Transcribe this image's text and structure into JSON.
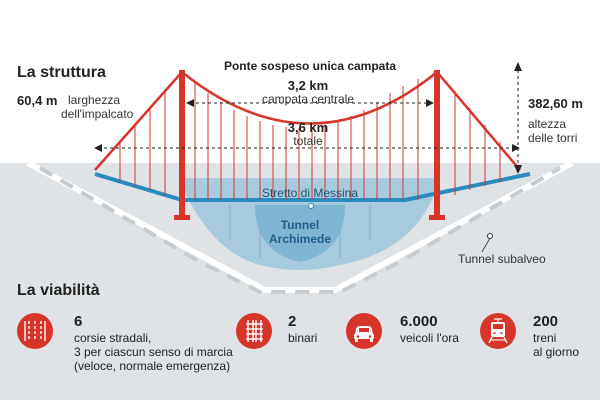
{
  "structure": {
    "section_title": "La struttura",
    "bridge_title": "Ponte sospeso unica campata",
    "span_value": "3,2 km",
    "span_label": "campata centrale",
    "total_value": "3,6 km",
    "total_label": "totale",
    "width_value": "60,4 m",
    "width_label_1": "larghezza",
    "width_label_2": "dell'impalcato",
    "height_value": "382,60 m",
    "height_label_1": "altezza",
    "height_label_2": "delle torri",
    "strait_label": "Stretto di Messina",
    "tunnel_label_1": "Tunnel",
    "tunnel_label_2": "Archimede",
    "subalveo_label": "Tunnel subalveo"
  },
  "viability": {
    "section_title": "La viabilità",
    "items": [
      {
        "icon": "road-lanes-icon",
        "value": "6",
        "lines": [
          "corsie stradali,",
          "3 per ciascun senso di marcia",
          "(veloce, normale emergenza)"
        ]
      },
      {
        "icon": "rail-tracks-icon",
        "value": "2",
        "lines": [
          "binari"
        ]
      },
      {
        "icon": "car-icon",
        "value": "6.000",
        "lines": [
          "veicoli l'ora"
        ]
      },
      {
        "icon": "train-icon",
        "value": "200",
        "lines": [
          "treni",
          "al giorno"
        ]
      }
    ]
  },
  "colors": {
    "bridge_red": "#d8352a",
    "deck_blue": "#2a8bbf",
    "water_blue": "#a7cbdc",
    "ground_gray": "#dfe3e5"
  }
}
